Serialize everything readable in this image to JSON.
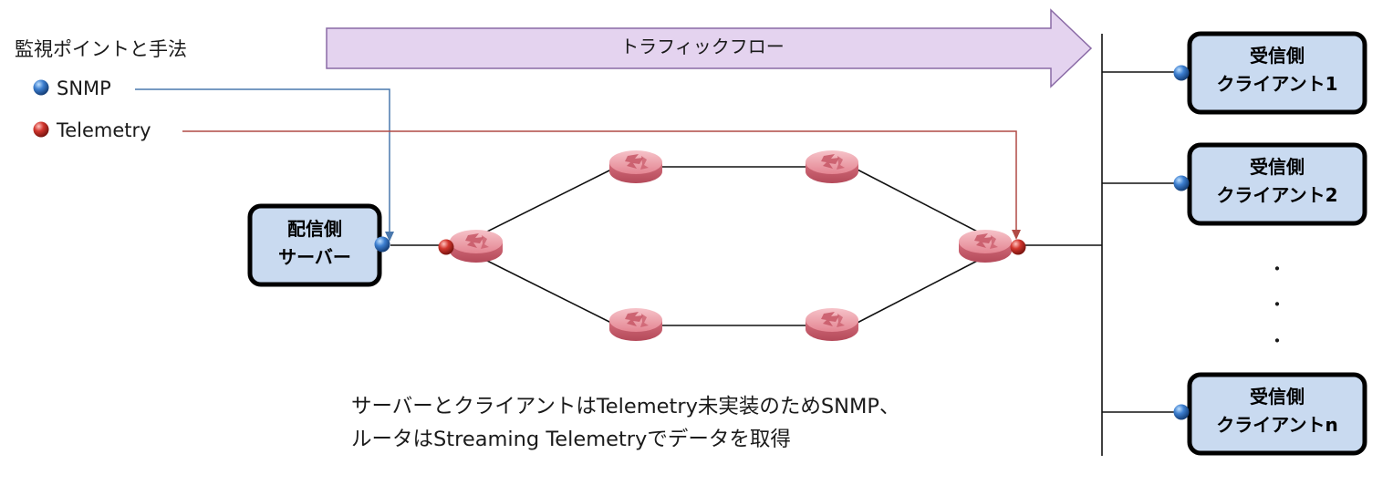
{
  "legend": {
    "title": "監視ポイントと手法",
    "items": [
      {
        "label": "SNMP",
        "color": "#2f6fbf"
      },
      {
        "label": "Telemetry",
        "color": "#c0302a"
      }
    ]
  },
  "traffic_flow": {
    "label": "トラフィックフロー"
  },
  "server": {
    "line1": "配信側",
    "line2": "サーバー"
  },
  "clients": [
    {
      "line1": "受信側",
      "line2": "クライアント1"
    },
    {
      "line1": "受信側",
      "line2": "クライアント2"
    },
    {
      "line1": "受信側",
      "line2": "クライアントn"
    }
  ],
  "ellipsis": [
    "・",
    "・",
    "・"
  ],
  "note": {
    "line1": "サーバーとクライアントはTelemetry未実装のためSNMP、",
    "line2": "ルータはStreaming Telemetryでデータを取得"
  },
  "colors": {
    "snmp": "#2f6fbf",
    "telemetry": "#c0302a",
    "box_fill": "#c9daf0",
    "arrow_fill": "#e4d3ef",
    "arrow_stroke": "#8a6aa6",
    "router": "#e5838f"
  },
  "icons": {
    "router": "router-icon",
    "snmp_point": "blue-dot-icon",
    "telemetry_point": "red-dot-icon"
  }
}
